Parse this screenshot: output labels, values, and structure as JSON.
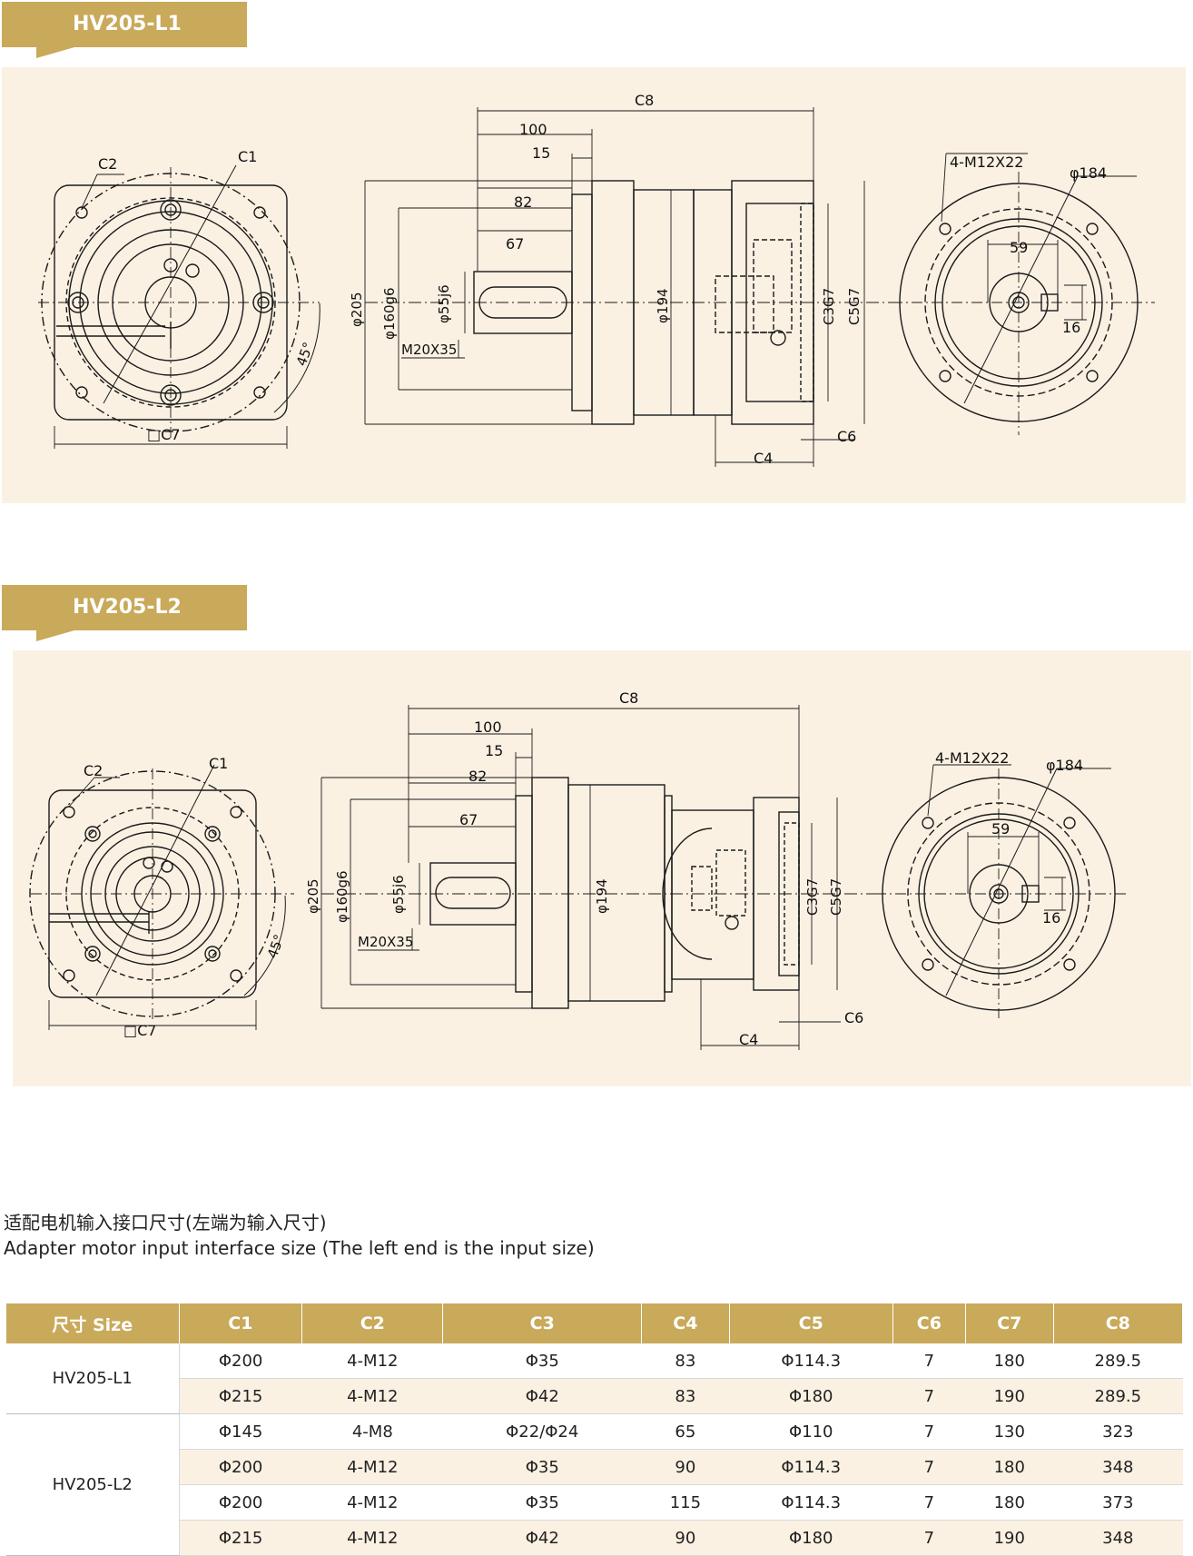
{
  "sections": [
    {
      "title": "HV205-L1",
      "labels": {
        "c2": "C2",
        "c1": "C1",
        "c7": "□C7",
        "angle": "45°",
        "c8": "C8",
        "d100": "100",
        "d15": "15",
        "d82": "82",
        "d67": "67",
        "d205": "φ205",
        "d160": "φ160g6",
        "d55": "φ55j6",
        "m20": "M20X35",
        "d194": "φ194",
        "c3": "C3G7",
        "c5": "C5G7",
        "c6": "C6",
        "c4": "C4",
        "m12": "4-M12X22",
        "d184": "φ184",
        "d59": "59",
        "d16": "16"
      }
    },
    {
      "title": "HV205-L2",
      "labels": {
        "c2": "C2",
        "c1": "C1",
        "c7": "□C7",
        "angle": "45°",
        "c8": "C8",
        "d100": "100",
        "d15": "15",
        "d82": "82",
        "d67": "67",
        "d205": "φ205",
        "d160": "φ160g6",
        "d55": "φ55j6",
        "m20": "M20X35",
        "d194": "φ194",
        "c3": "C3G7",
        "c5": "C5G7",
        "c6": "C6",
        "c4": "C4",
        "m12": "4-M12X22",
        "d184": "φ184",
        "d59": "59",
        "d16": "16"
      }
    }
  ],
  "interface_heading": {
    "zh": "适配电机输入接口尺寸(左端为输入尺寸)",
    "en": "Adapter motor input interface size (The left end is the input size)"
  },
  "table": {
    "headers": [
      "尺寸 Size",
      "C1",
      "C2",
      "C3",
      "C4",
      "C5",
      "C6",
      "C7",
      "C8"
    ],
    "groups": [
      {
        "size": "HV205-L1",
        "rows": [
          [
            "Φ200",
            "4-M12",
            "Φ35",
            "83",
            "Φ114.3",
            "7",
            "180",
            "289.5"
          ],
          [
            "Φ215",
            "4-M12",
            "Φ42",
            "83",
            "Φ180",
            "7",
            "190",
            "289.5"
          ]
        ]
      },
      {
        "size": "HV205-L2",
        "rows": [
          [
            "Φ145",
            "4-M8",
            "Φ22/Φ24",
            "65",
            "Φ110",
            "7",
            "130",
            "323"
          ],
          [
            "Φ200",
            "4-M12",
            "Φ35",
            "90",
            "Φ114.3",
            "7",
            "180",
            "348"
          ],
          [
            "Φ200",
            "4-M12",
            "Φ35",
            "115",
            "Φ114.3",
            "7",
            "180",
            "373"
          ],
          [
            "Φ215",
            "4-M12",
            "Φ42",
            "90",
            "Φ180",
            "7",
            "190",
            "348"
          ]
        ]
      }
    ]
  },
  "colors": {
    "gold": "#c9a95a",
    "panel": "#fbf1e3",
    "line": "#1a1a1a"
  }
}
